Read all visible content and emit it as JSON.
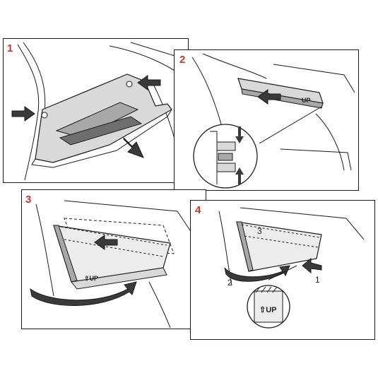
{
  "colors": {
    "step_number": "#c0392b",
    "line_art": "#1a1a1a",
    "shade_light": "#d9d9d9",
    "shade_mid": "#a8a8a8",
    "shade_dark": "#6e6e6e"
  },
  "steps": [
    {
      "number": "1"
    },
    {
      "number": "2"
    },
    {
      "number": "3",
      "filter_label": "⇧UP"
    },
    {
      "number": "4",
      "filter_label": "⇧UP",
      "callouts": [
        "1",
        "2",
        "3"
      ]
    }
  ],
  "icons": [
    "push-arrow-icon",
    "pull-arrow-icon",
    "curved-rotate-arrow-icon",
    "magnifier-callout-icon"
  ]
}
